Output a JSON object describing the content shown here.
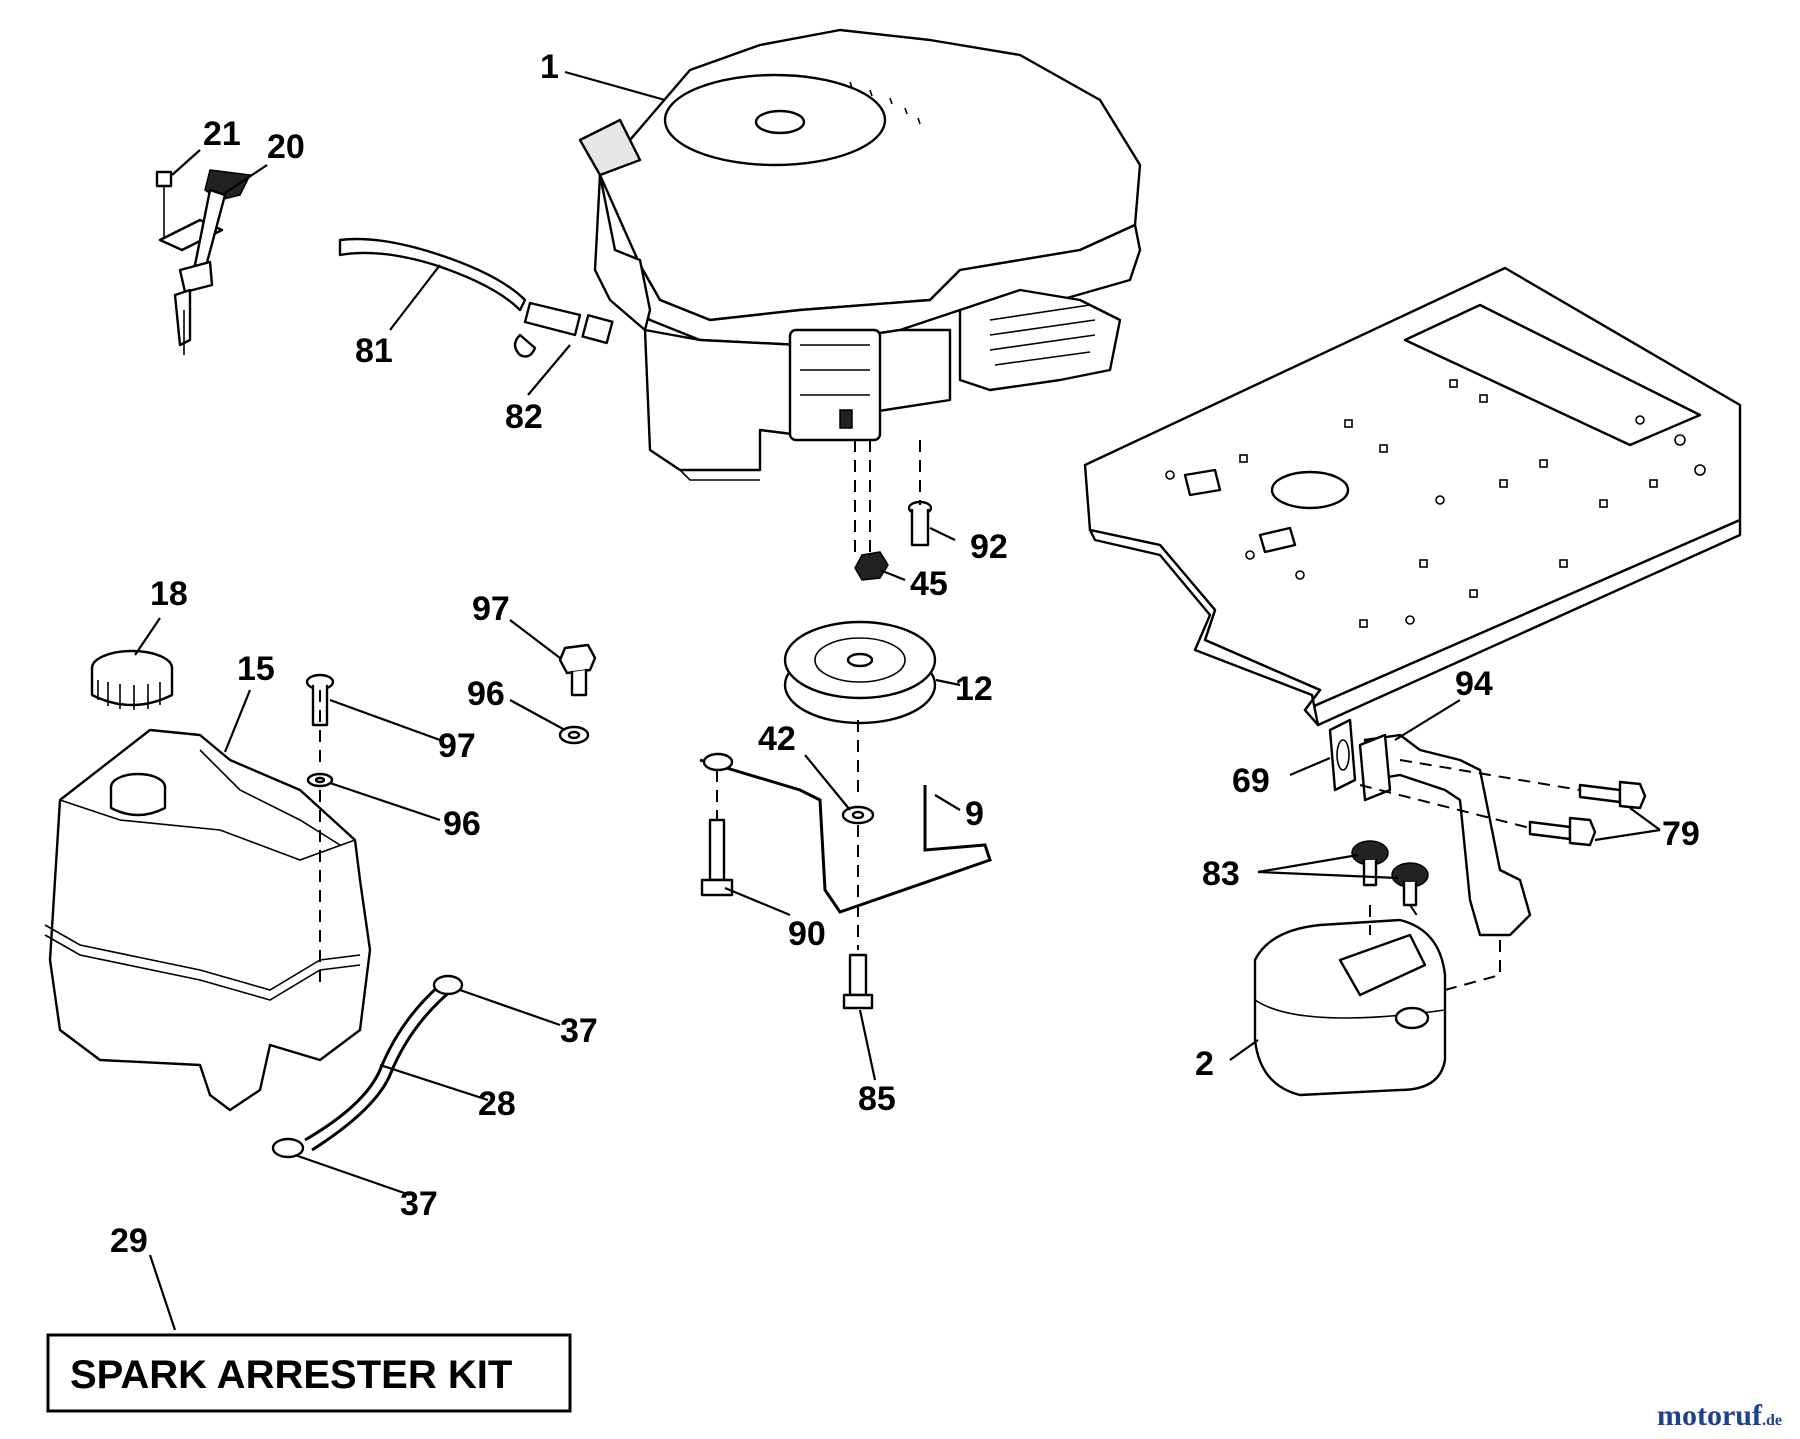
{
  "callouts": {
    "c1": "1",
    "c2": "2",
    "c9": "9",
    "c12": "12",
    "c15": "15",
    "c18": "18",
    "c20": "20",
    "c21": "21",
    "c28": "28",
    "c29": "29",
    "c37a": "37",
    "c37b": "37",
    "c42": "42",
    "c45": "45",
    "c69": "69",
    "c79": "79",
    "c81": "81",
    "c82": "82",
    "c83": "83",
    "c85": "85",
    "c90": "90",
    "c92": "92",
    "c94": "94",
    "c96a": "96",
    "c96b": "96",
    "c97a": "97",
    "c97b": "97"
  },
  "kit_label": "SPARK ARRESTER KIT",
  "watermark": {
    "main": "motoruf",
    "accent": "u",
    "tld": ".de"
  },
  "colors": {
    "ink": "#000000",
    "background": "#ffffff",
    "watermark_blue": "#1f3f8f",
    "watermark_orange": "#d6781c"
  }
}
